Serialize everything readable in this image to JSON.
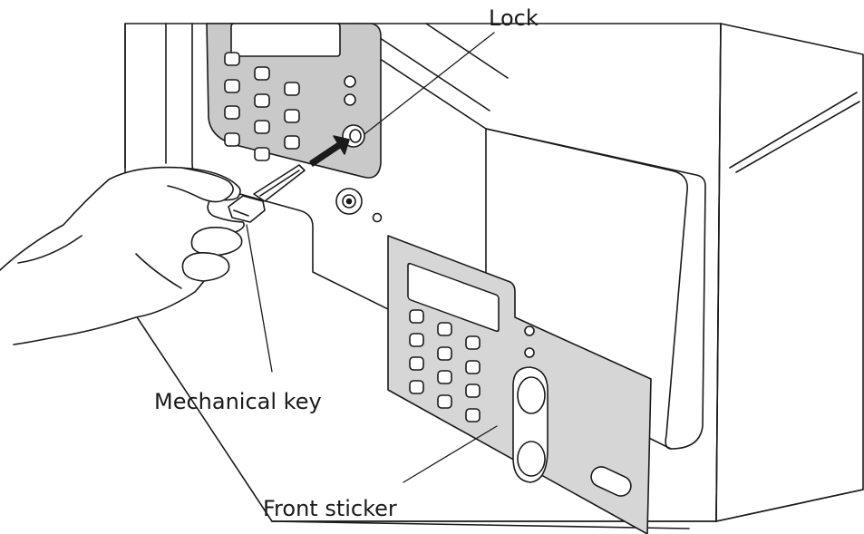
{
  "diagram": {
    "labels": {
      "lock": "Lock",
      "mechanical_key": "Mechanical key",
      "front_sticker": "Front sticker"
    },
    "colors": {
      "line": "#1a1a1a",
      "panel_fill": "#c9c9c9",
      "sticker_fill": "#d6d6d6",
      "safe_fill": "#ffffff"
    }
  }
}
